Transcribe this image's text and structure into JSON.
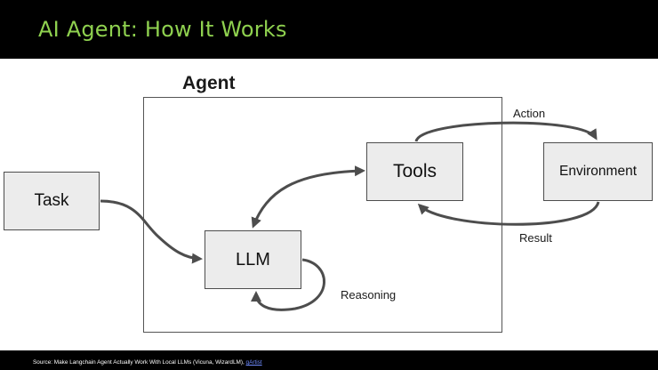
{
  "header": {
    "title": "AI Agent: How It Works",
    "background": "#000000",
    "title_color": "#8fd14f"
  },
  "diagram": {
    "agent_label": "Agent",
    "nodes": {
      "task": "Task",
      "llm": "LLM",
      "tools": "Tools",
      "environment": "Environment"
    },
    "edges": {
      "action": "Action",
      "result": "Result",
      "reasoning": "Reasoning"
    },
    "node_fill": "#ececec",
    "arrow_color": "#4d4d4d"
  },
  "footer": {
    "source_text": "Source: Make Langchain Agent Actually Work With Local LLMs (Vicuna, WizardLM), ",
    "link_text": "gArtist"
  }
}
